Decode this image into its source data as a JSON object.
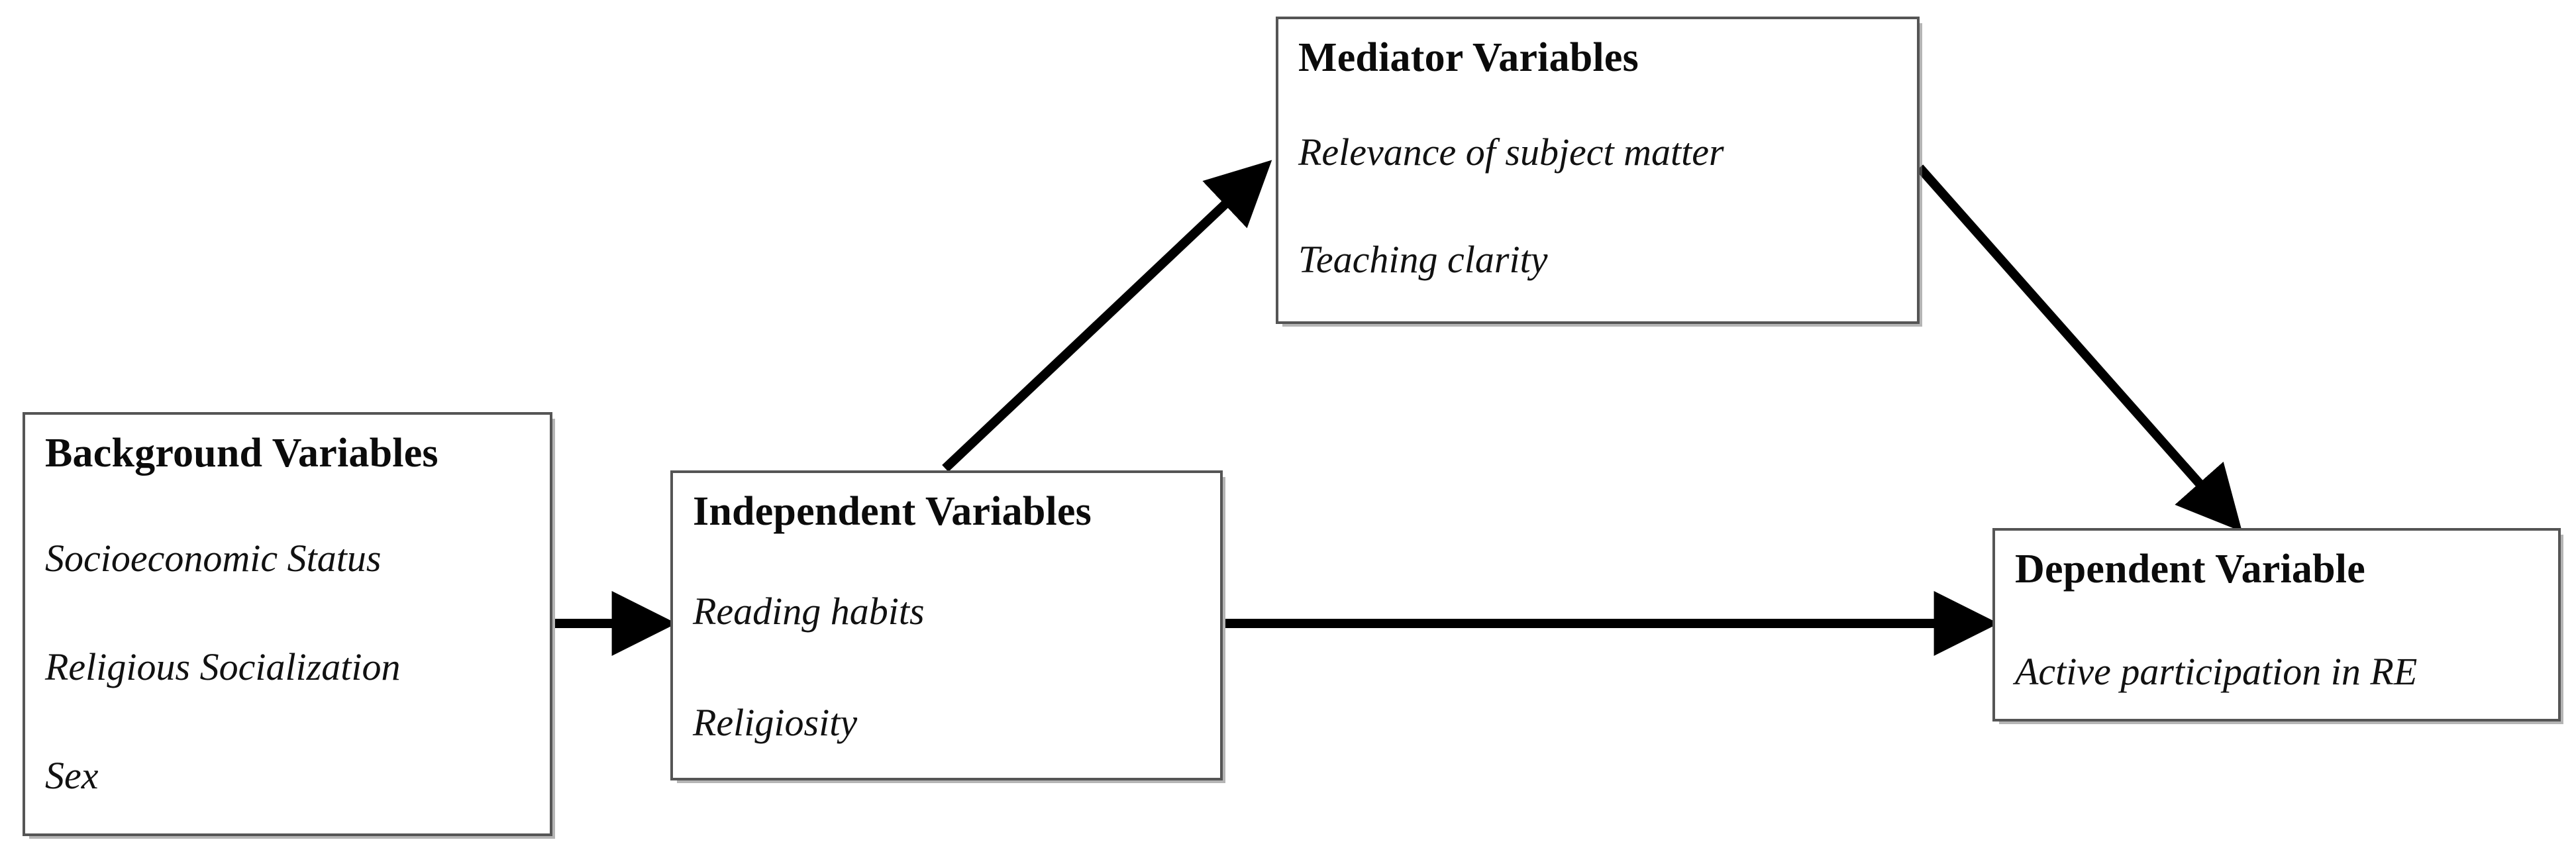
{
  "diagram": {
    "type": "conceptual-mediation-model",
    "background_color": "#ffffff",
    "box_border_color": "#555555",
    "arrow_color": "#000000",
    "nodes": [
      {
        "id": "background",
        "title": "Background Variables",
        "items": [
          "Socioeconomic Status",
          "Religious Socialization",
          "Sex"
        ]
      },
      {
        "id": "independent",
        "title": "Independent Variables",
        "items": [
          "Reading habits",
          "Religiosity"
        ]
      },
      {
        "id": "mediator",
        "title": "Mediator Variables",
        "items": [
          "Relevance of subject matter",
          "Teaching clarity"
        ]
      },
      {
        "id": "dependent",
        "title": "Dependent Variable",
        "items": [
          "Active participation in RE"
        ]
      }
    ],
    "edges": [
      {
        "id": "background-to-independent",
        "from": "background",
        "to": "independent",
        "style": "straight-horizontal",
        "label": ""
      },
      {
        "id": "independent-to-mediator",
        "from": "independent",
        "to": "mediator",
        "style": "diagonal-up",
        "label": ""
      },
      {
        "id": "mediator-to-dependent",
        "from": "mediator",
        "to": "dependent",
        "style": "diagonal-down",
        "label": ""
      },
      {
        "id": "independent-to-dependent",
        "from": "independent",
        "to": "dependent",
        "style": "straight-horizontal",
        "label": ""
      }
    ]
  }
}
